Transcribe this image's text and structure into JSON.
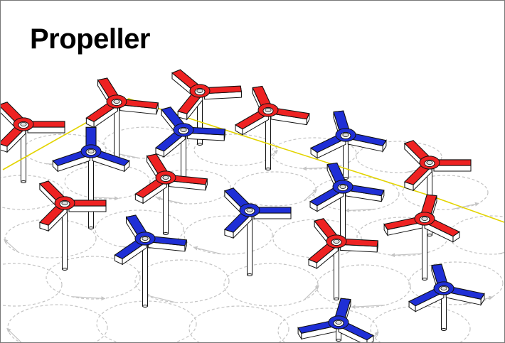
{
  "title": "Propeller",
  "colors": {
    "red": "#ee2222",
    "blue": "#1f2fd6",
    "floor_marks": "#c4c4c4",
    "line": "#e3d400",
    "outline": "#111111"
  },
  "propellers": [
    {
      "color": "red",
      "rotation": 0
    },
    {
      "color": "red",
      "rotation": 10
    },
    {
      "color": "blue",
      "rotation": 30
    },
    {
      "color": "red",
      "rotation": -5
    },
    {
      "color": "red",
      "rotation": 15
    },
    {
      "color": "blue",
      "rotation": 5
    },
    {
      "color": "blue",
      "rotation": 20
    },
    {
      "color": "red",
      "rotation": 0
    },
    {
      "color": "red",
      "rotation": 10
    },
    {
      "color": "red",
      "rotation": 0
    },
    {
      "color": "blue",
      "rotation": 15
    },
    {
      "color": "blue",
      "rotation": 0
    },
    {
      "color": "blue",
      "rotation": 10
    },
    {
      "color": "red",
      "rotation": 40
    },
    {
      "color": "red",
      "rotation": 5
    },
    {
      "color": "blue",
      "rotation": 20
    },
    {
      "color": "blue",
      "rotation": 40
    }
  ]
}
